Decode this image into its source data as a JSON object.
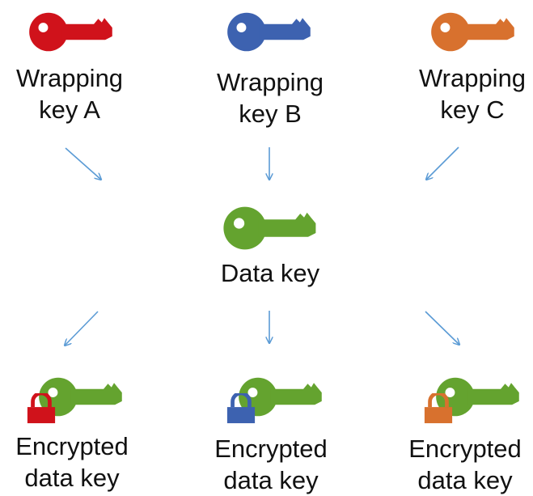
{
  "colors": {
    "red": "#d0121b",
    "blue": "#3d62b0",
    "orange": "#d8712e",
    "green": "#64a32f",
    "arrow": "#5b9bd5"
  },
  "icons": {
    "wrapping_key": "key-icon",
    "data_key": "key-icon",
    "encrypted_data_key": "key-with-padlock-icon"
  },
  "wrapping_keys": [
    {
      "line1": "Wrapping",
      "line2": "key A",
      "color": "#d0121b"
    },
    {
      "line1": "Wrapping",
      "line2": "key B",
      "color": "#3d62b0"
    },
    {
      "line1": "Wrapping",
      "line2": "key C",
      "color": "#d8712e"
    }
  ],
  "data_key": {
    "label": "Data key",
    "color": "#64a32f"
  },
  "encrypted_keys": [
    {
      "line1": "Encrypted",
      "line2": "data key",
      "lock_color": "#d0121b"
    },
    {
      "line1": "Encrypted",
      "line2": "data key",
      "lock_color": "#3d62b0"
    },
    {
      "line1": "Encrypted",
      "line2": "data key",
      "lock_color": "#d8712e"
    }
  ]
}
